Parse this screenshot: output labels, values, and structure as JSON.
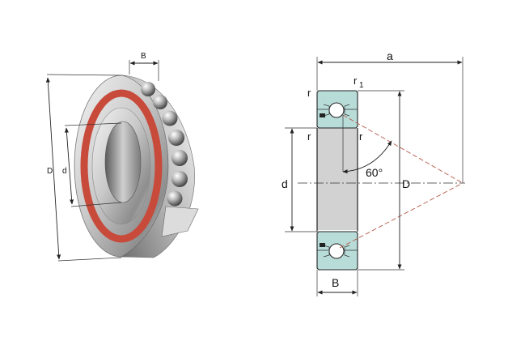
{
  "perspective": {
    "labels": {
      "width": "B",
      "outer_diameter": "D",
      "bore_diameter": "d"
    }
  },
  "section": {
    "labels": {
      "pressure_distance": "a",
      "chamfer_r1_main": "r",
      "chamfer_r1_sub": "1",
      "chamfer_r_top": "r",
      "chamfer_r_inner_left": "r",
      "chamfer_r_inner_right": "r",
      "contact_angle": "60°",
      "bore_diameter": "d",
      "outer_diameter": "D",
      "width": "B"
    },
    "colors": {
      "ring_fill": "#b8dcd8",
      "bore_fill": "#d2d2d2",
      "load_line": "#b55a4a",
      "seal": "#c74a3b"
    }
  }
}
